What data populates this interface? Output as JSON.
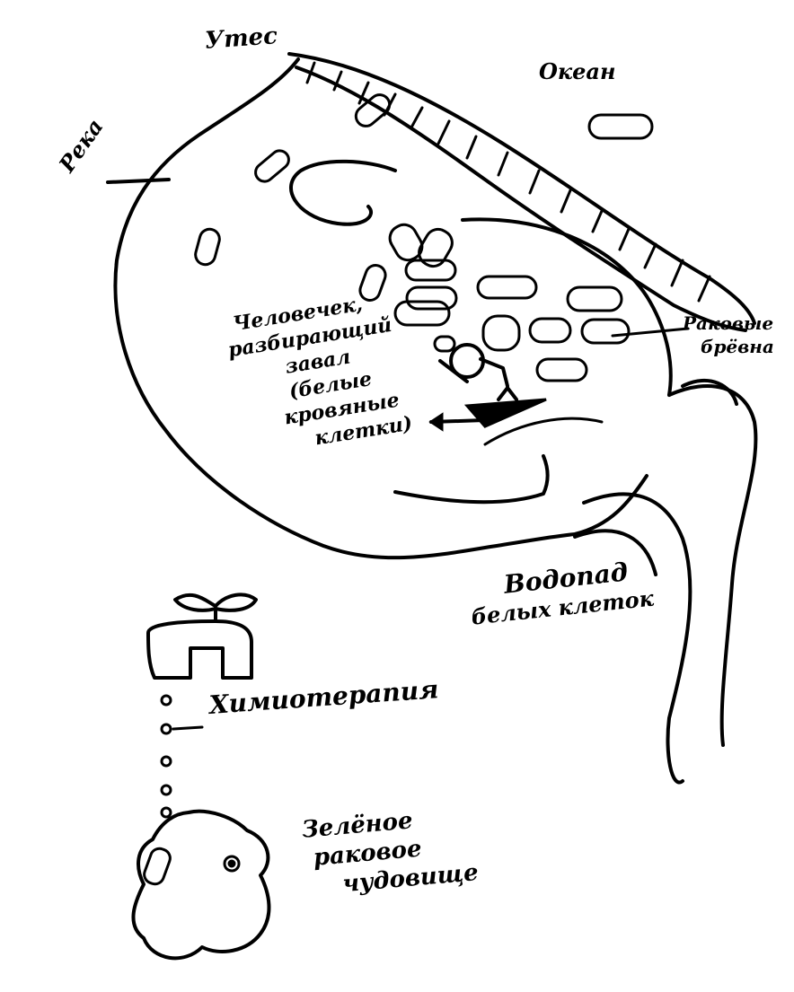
{
  "labels": {
    "cliff": "Утес",
    "ocean": "Океан",
    "river": "Река",
    "person": [
      "Человечек,",
      "разбирающий",
      "завал",
      "(белые",
      "кровяные",
      "клетки)"
    ],
    "logs": [
      "Раковые",
      "брёвна"
    ],
    "waterfall": [
      "Водопад",
      "белых клеток"
    ],
    "chemo": "Химиотерапия",
    "monster": [
      "Зелёное",
      "раковое",
      "чудовище"
    ]
  },
  "colors": {
    "ink": "#000000",
    "paper": "#ffffff"
  },
  "icons": [
    "faucet-icon",
    "pill-icon",
    "tumor-blob-icon"
  ]
}
